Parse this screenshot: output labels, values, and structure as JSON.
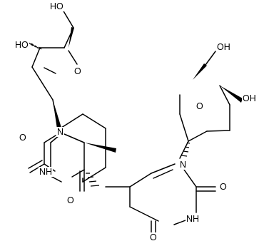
{
  "labels": {
    "ho_1": "HO",
    "oh_1": "HO",
    "o_ring_1": "O",
    "n1_1": "N",
    "o_c2_1": "O",
    "nh_1": "NH",
    "o_c4_1": "O",
    "oh_2": "OH",
    "oh_3": "OH",
    "o_ring_2": "O",
    "n1_2": "N",
    "o_c2_2": "O",
    "nh_2": "NH",
    "o_c4_2": "O"
  }
}
